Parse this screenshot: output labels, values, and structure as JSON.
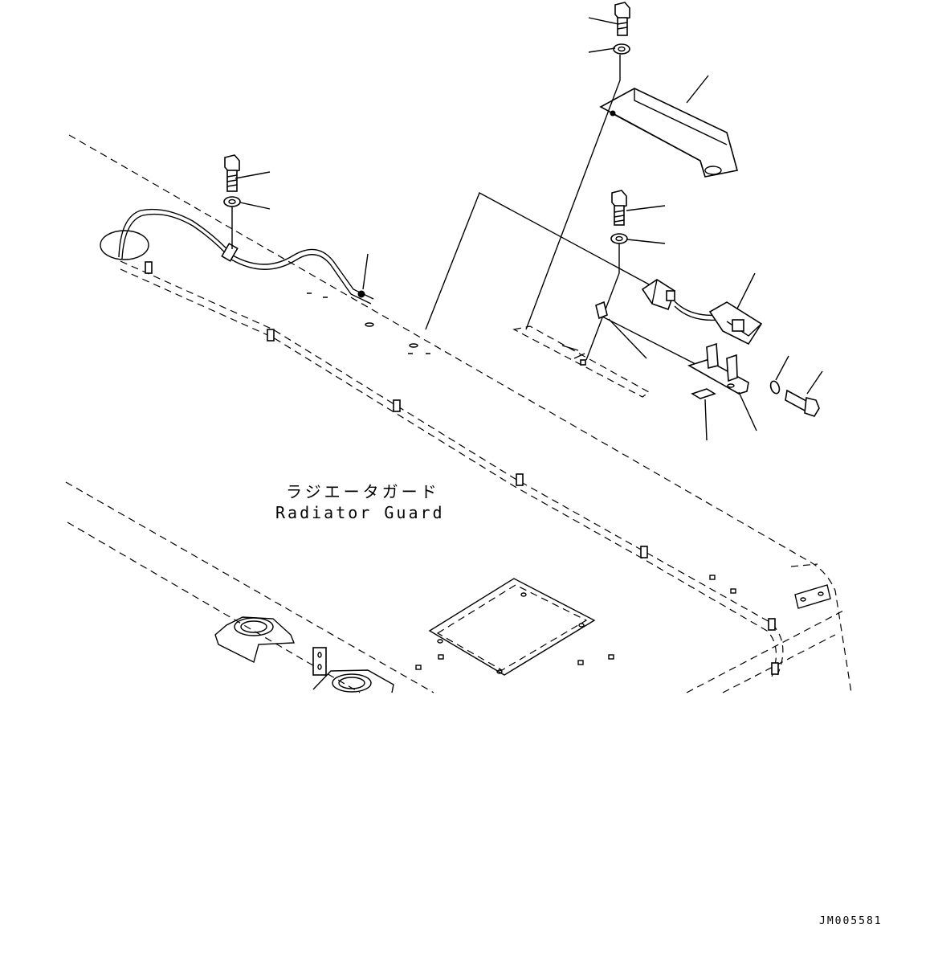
{
  "labels": {
    "part_name_jp": "ラジエータガード",
    "part_name_en": "Radiator Guard"
  },
  "drawing_id": "JM005581",
  "colors": {
    "ink": "#000000",
    "paper": "#ffffff"
  }
}
